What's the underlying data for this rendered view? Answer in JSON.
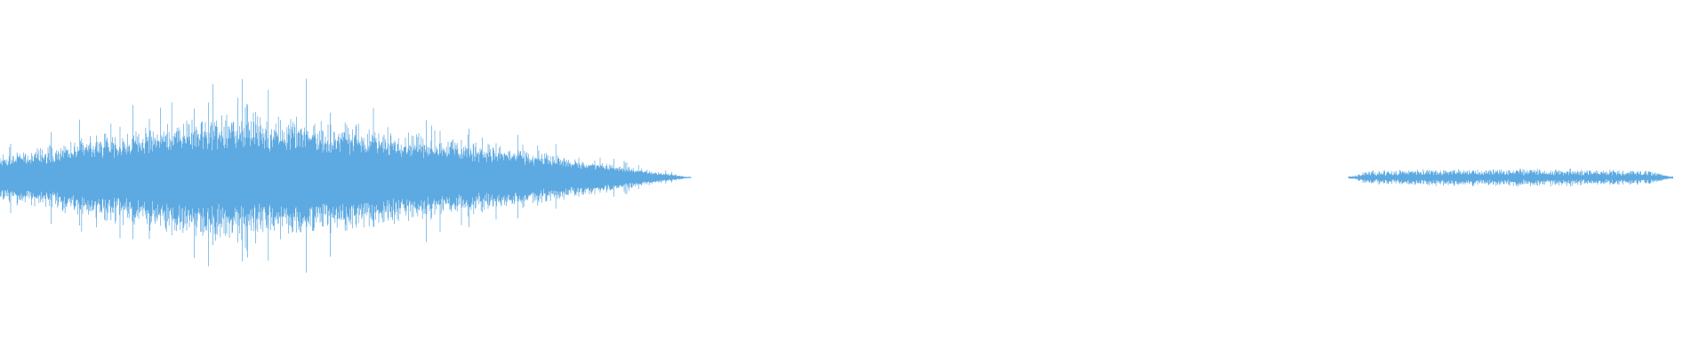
{
  "waveform": {
    "color": "#5DA9E1",
    "background": "#FFFFFF",
    "sound_segments": [
      {
        "start_fraction": 0.0,
        "end_fraction": 0.405,
        "peak_amplitude": 0.52,
        "envelope": "swell-then-fade"
      },
      {
        "start_fraction": 0.79,
        "end_fraction": 0.98,
        "peak_amplitude": 0.045,
        "envelope": "flat-quiet"
      }
    ]
  }
}
